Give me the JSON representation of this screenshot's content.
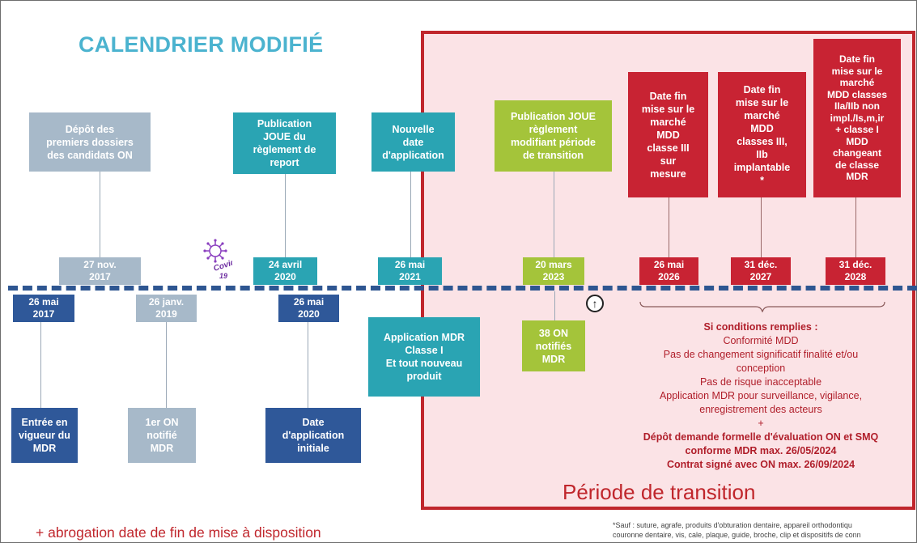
{
  "title": "CALENDRIER MODIFIÉ",
  "transition_label": "Période de transition",
  "footnote": "+ abrogation date de fin de mise à disposition",
  "asterisk_note": {
    "line1": "*Sauf : suture, agrafe, produits d'obturation dentaire, appareil orthodontiqu",
    "line2": "couronne dentaire, vis, cale, plaque, guide, broche, clip et dispositifs de conn"
  },
  "covid_logo_text": "Covid 19",
  "timeline_items": {
    "depot": {
      "label": "Dépôt des\npremiers dossiers\ndes candidats ON",
      "date": "27 nov.\n2017"
    },
    "publication_report": {
      "label": "Publication\nJOUE du\nrèglement de\nreport",
      "date": "24 avril\n2020"
    },
    "nouvelle_date": {
      "label": "Nouvelle\ndate\nd'application",
      "date": "26 mai\n2021"
    },
    "publication_transition": {
      "label": "Publication JOUE\nrèglement\nmodifiant période\nde transition",
      "date": "20 mars\n2023"
    },
    "fin_classe3_mesure": {
      "label": "Date fin\nmise sur le\nmarché\nMDD\nclasse III\nsur\nmesure",
      "date": "26 mai\n2026"
    },
    "fin_classe3_implantable": {
      "label": "Date fin\nmise sur le\nmarché\nMDD\nclasses III,\nIIb\nimplantable\n*",
      "date": "31 déc.\n2027"
    },
    "fin_classe2": {
      "label": "Date fin\nmise sur le\nmarché\nMDD classes\nIIa/IIb non\nimpl./Is,m,ir\n+ classe I\nMDD\nchangeant\nde classe\nMDR",
      "date": "31 déc.\n2028"
    },
    "entree_vigueur": {
      "label": "Entrée en\nvigueur du\nMDR",
      "date": "26 mai\n2017"
    },
    "premier_on": {
      "label": "1er ON\nnotifié\nMDR",
      "date": "26 janv.\n2019"
    },
    "date_initiale": {
      "label": "Date\nd'application\ninitiale",
      "date": "26 mai\n2020"
    },
    "application_mdr": {
      "label": "Application MDR\nClasse I\nEt tout nouveau\nproduit"
    },
    "on_notifies": {
      "label": "38 ON\nnotifiés\nMDR"
    }
  },
  "conditions": {
    "heading": "Si conditions remplies :",
    "lines": [
      "Conformité MDD",
      "Pas de changement significatif finalité et/ou",
      "conception",
      "Pas de risque inacceptable",
      "Application MDR pour surveillance, vigilance,",
      "enregistrement des acteurs",
      "+"
    ],
    "bold_lines": [
      "Dépôt demande formelle d'évaluation ON et SMQ",
      "conforme MDR max. 26/05/2024",
      "Contrat signé avec ON max. 26/09/2024"
    ]
  },
  "colors": {
    "title": "#4bb3cf",
    "transition": "#c0262c",
    "transition_fill": "#fbe3e6",
    "grey": "#a7b9c9",
    "teal": "#2aa4b3",
    "green": "#a4c43a",
    "red": "#c82333",
    "navy": "#2f5899",
    "timeline": "#2e5691"
  },
  "icons": [
    "covid-virus-icon",
    "up-arrow-circle-icon"
  ]
}
